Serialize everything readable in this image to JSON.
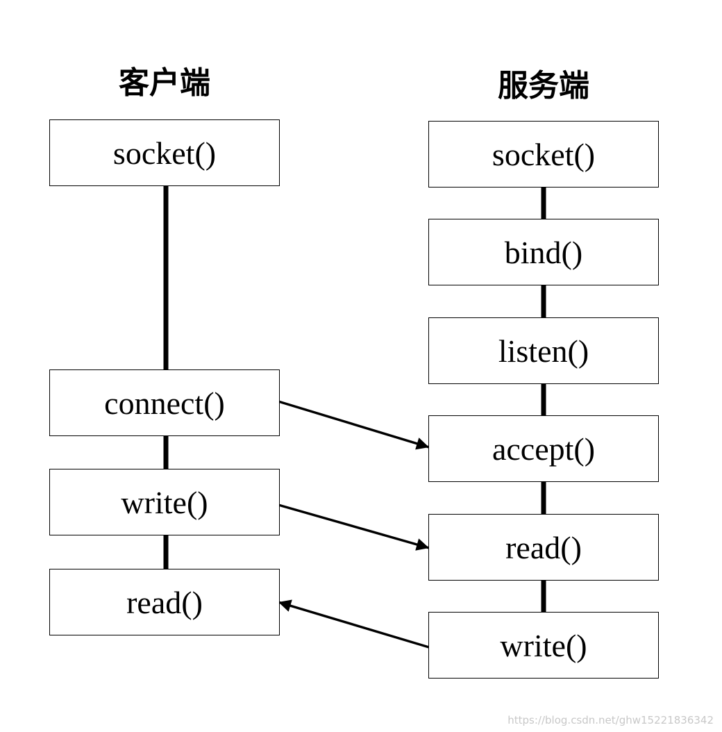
{
  "client": {
    "title": "客户端",
    "steps": [
      "socket()",
      "connect()",
      "write()",
      "read()"
    ]
  },
  "server": {
    "title": "服务端",
    "steps": [
      "socket()",
      "bind()",
      "listen()",
      "accept()",
      "read()",
      "write()"
    ]
  },
  "watermark": "https://blog.csdn.net/ghw15221836342"
}
